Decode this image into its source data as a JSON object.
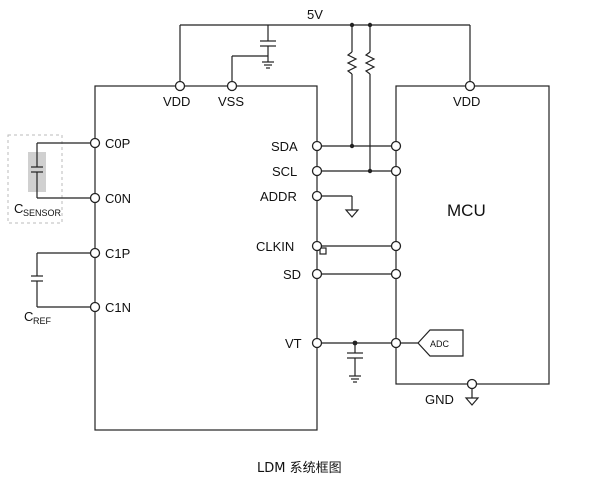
{
  "supply": {
    "label": "5V"
  },
  "ldm": {
    "pins": {
      "vdd": "VDD",
      "vss": "VSS",
      "c0p": "C0P",
      "c0n": "C0N",
      "c1p": "C1P",
      "c1n": "C1N",
      "sda": "SDA",
      "scl": "SCL",
      "addr": "ADDR",
      "clkin": "CLKIN",
      "sd": "SD",
      "vt": "VT"
    }
  },
  "mcu": {
    "title": "MCU",
    "vdd": "VDD",
    "gnd": "GND",
    "adc": "ADC"
  },
  "components": {
    "csensor": {
      "main": "C",
      "sub": "SENSOR"
    },
    "cref": {
      "main": "C",
      "sub": "REF"
    }
  },
  "caption": "LDM 系统框图"
}
